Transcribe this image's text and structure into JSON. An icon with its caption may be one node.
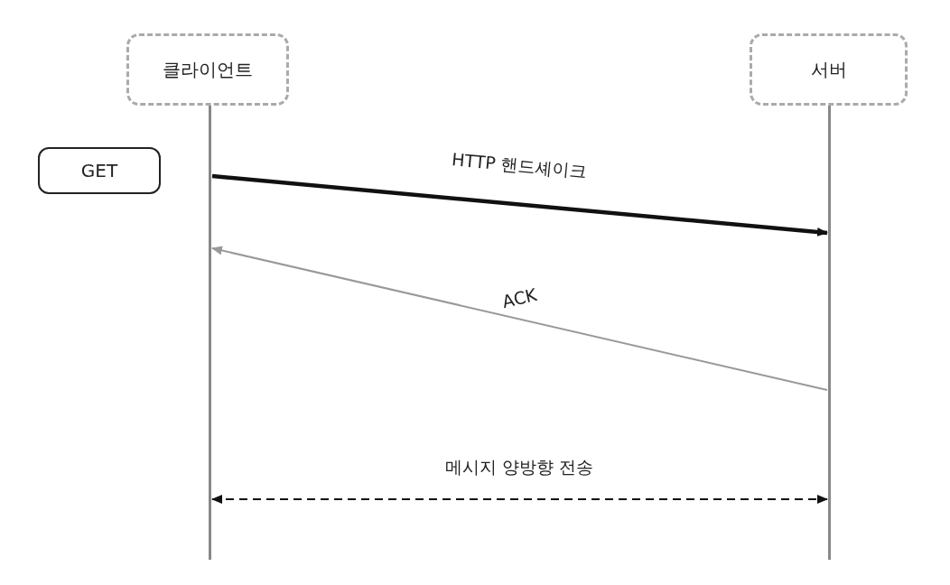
{
  "diagram": {
    "nodes": [
      {
        "text": [
          "클라이언트"
        ]
      },
      {
        "text": [
          "서버"
        ]
      },
      {
        "text": [
          "GET"
        ]
      },
      {
        "text": [],
        "shape": "line"
      },
      {
        "text": [],
        "shape": "line"
      }
    ],
    "edges": [
      {
        "from": 3,
        "to": 4,
        "arrow": "to",
        "label": "HTTP 핸드셰이크",
        "style": "thick"
      },
      {
        "from": 4,
        "to": 3,
        "arrow": "to",
        "label": "ACK",
        "color": "#999999"
      },
      {
        "from": 3,
        "to": 4,
        "arrow": "both",
        "label": "메시지 양방향 전송",
        "style": "dashed"
      }
    ]
  }
}
